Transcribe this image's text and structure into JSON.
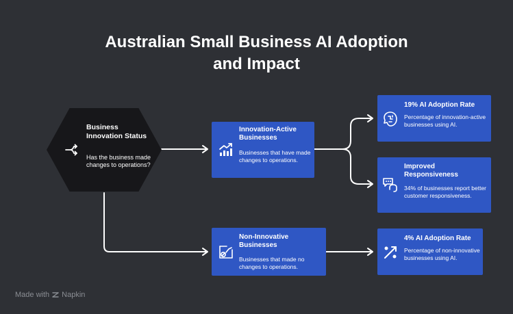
{
  "title": {
    "line1": "Australian Small Business AI Adoption",
    "line2": "and Impact"
  },
  "root": {
    "icon": "split-arrows-icon",
    "title": "Business Innovation Status",
    "description": "Has the business made changes to operations?"
  },
  "innovation_active": {
    "icon": "growth-chart-icon",
    "title": "Innovation-Active Businesses",
    "description": "Businesses that have made changes to operations."
  },
  "non_innovative": {
    "icon": "flat-chart-icon",
    "title": "Non-Innovative Businesses",
    "description": "Businesses that made no changes to operations."
  },
  "adoption_19": {
    "icon": "ai-brain-icon",
    "title": "19% AI Adoption Rate",
    "description": "Percentage of innovation-active businesses using AI."
  },
  "responsiveness": {
    "icon": "customer-support-icon",
    "title": "Improved Responsiveness",
    "description": "34% of businesses report better customer responsiveness."
  },
  "adoption_4": {
    "icon": "percent-icon",
    "title": "4% AI Adoption Rate",
    "description": "Percentage of non-innovative businesses using AI."
  },
  "footer": {
    "made_with": "Made with",
    "brand": "Napkin"
  },
  "colors": {
    "background": "#2e3035",
    "box": "#2f57c4",
    "hexagon": "#17171a",
    "connector": "#ffffff"
  }
}
